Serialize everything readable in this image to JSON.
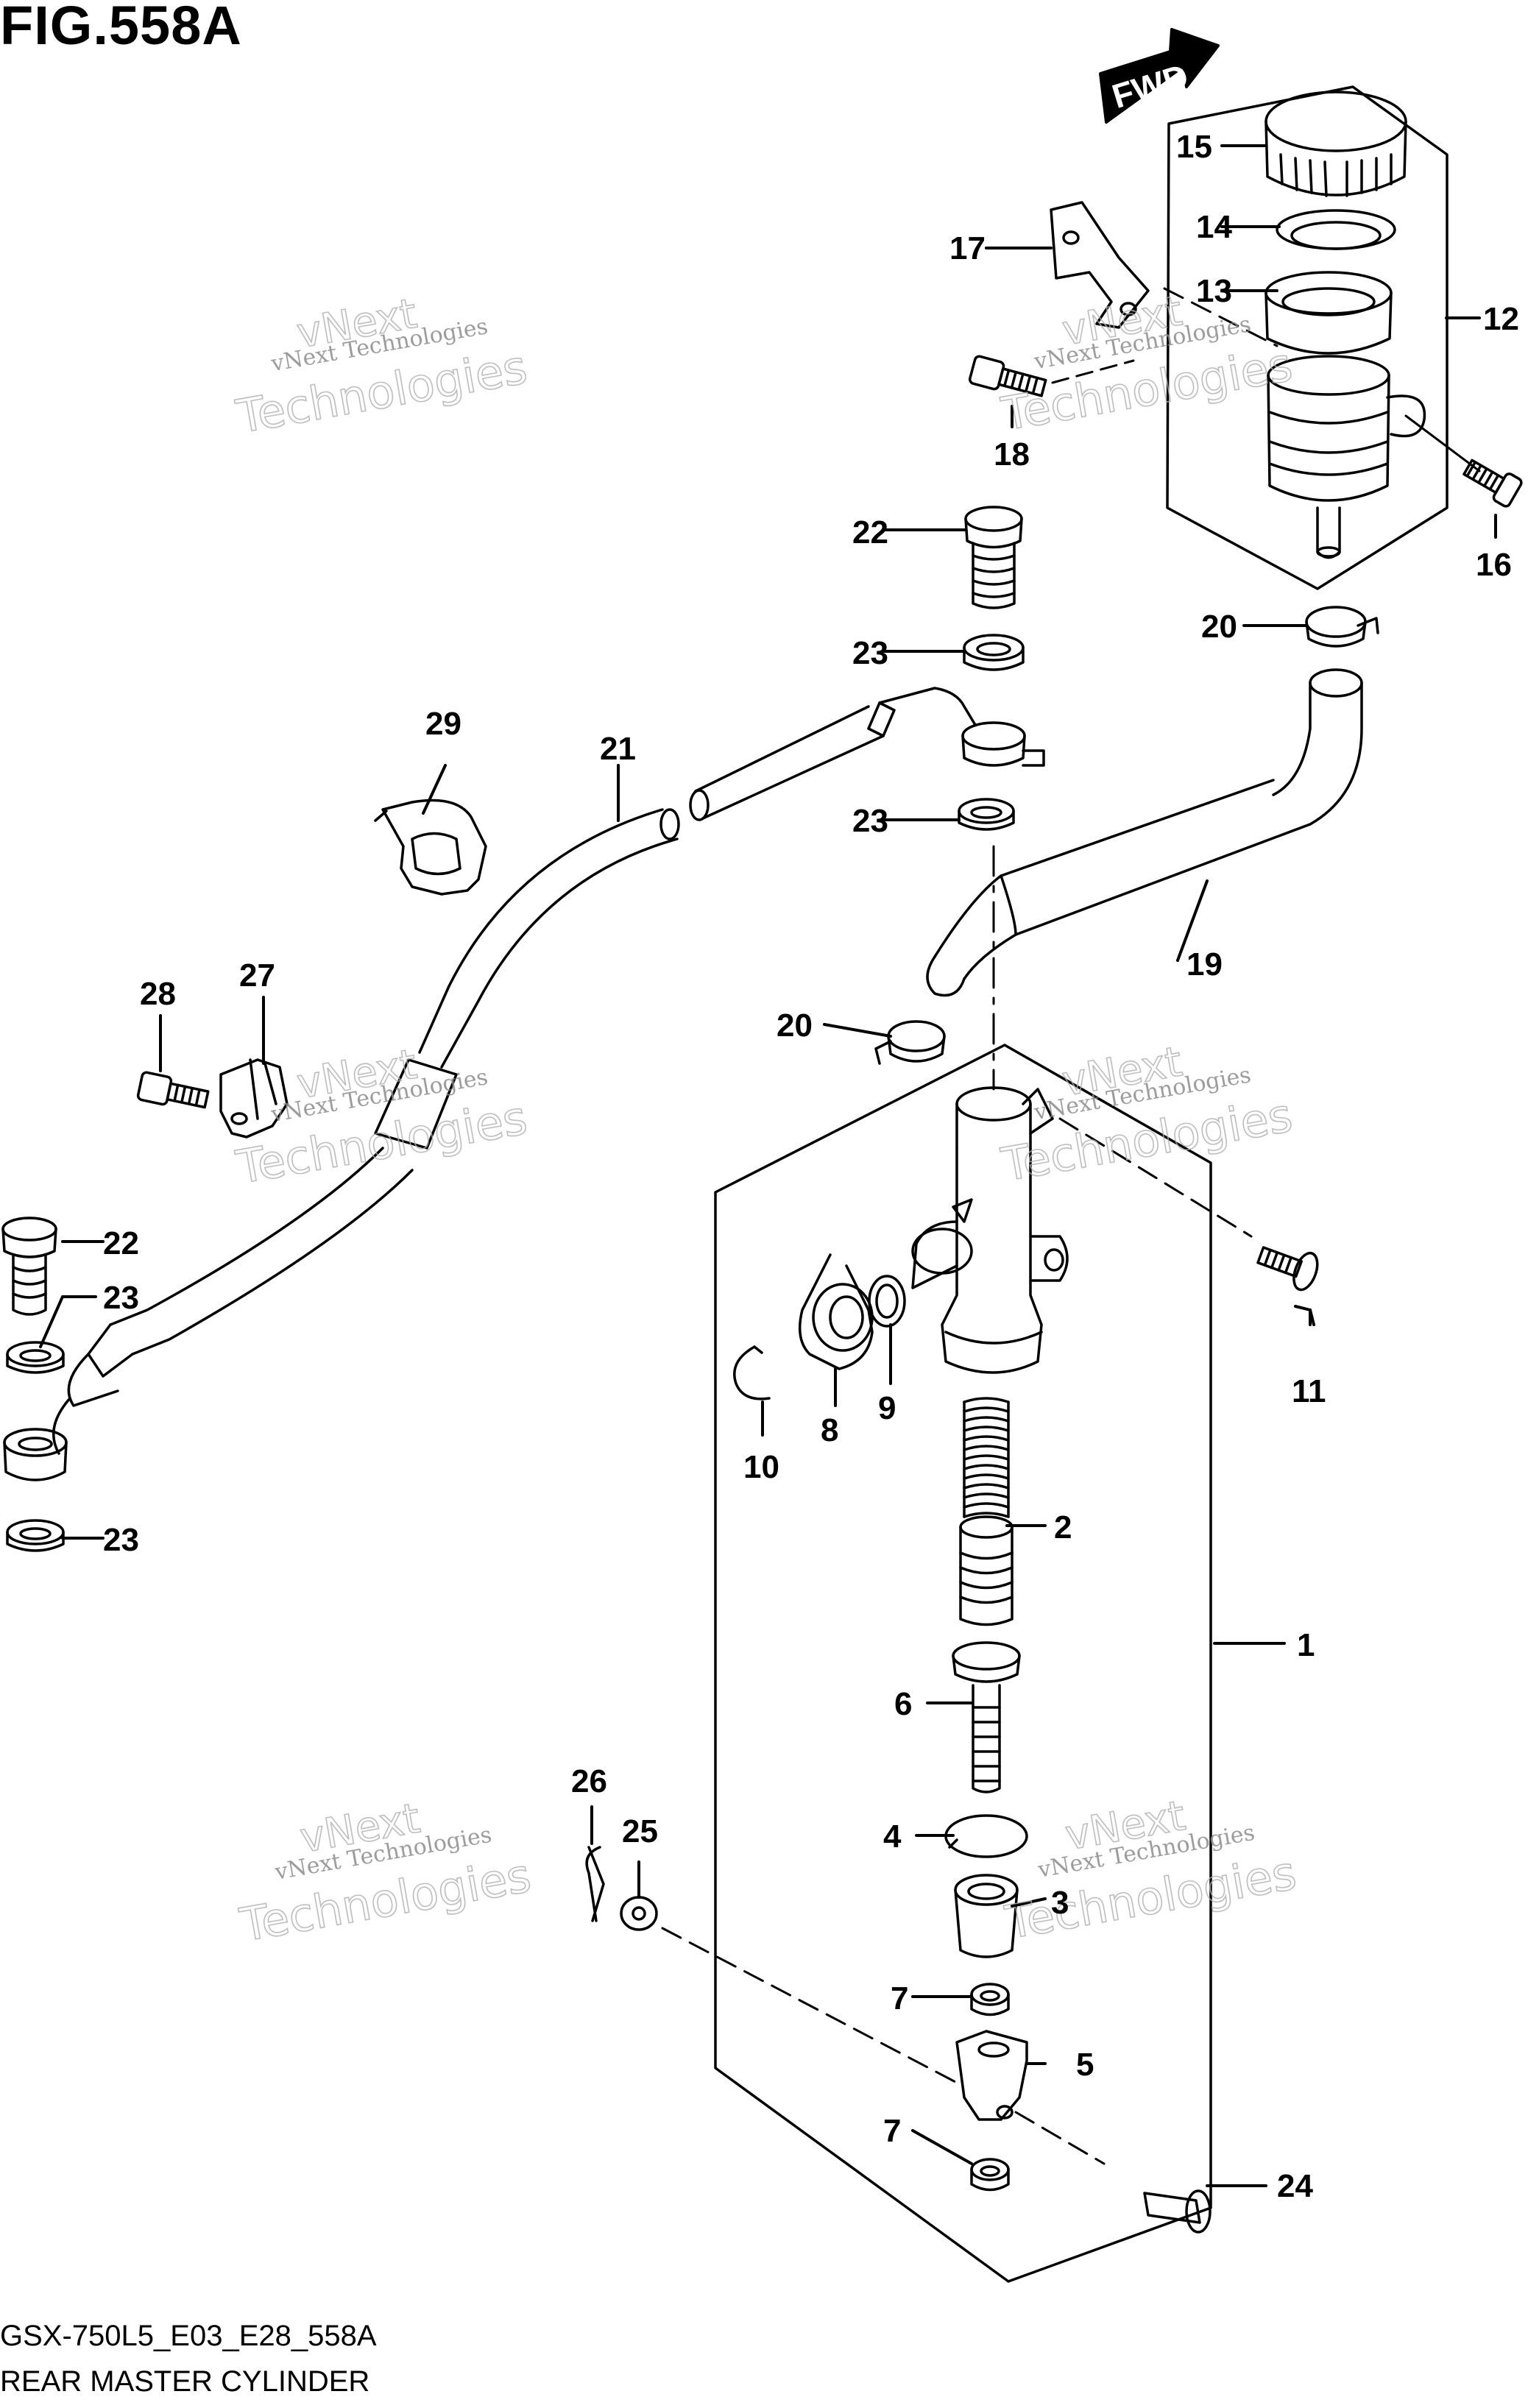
{
  "figure": {
    "title": "FIG.558A",
    "model_code": "GSX-750L5_E03_E28_558A",
    "caption": "REAR MASTER CYLINDER",
    "fwd_label": "FWD"
  },
  "watermark": {
    "line1": "vNext Technologies",
    "line2": "vNext",
    "line3": "Technologies"
  },
  "callouts": [
    {
      "id": "1",
      "text": "1"
    },
    {
      "id": "2",
      "text": "2"
    },
    {
      "id": "3",
      "text": "3"
    },
    {
      "id": "4",
      "text": "4"
    },
    {
      "id": "5",
      "text": "5"
    },
    {
      "id": "6",
      "text": "6"
    },
    {
      "id": "7a",
      "text": "7"
    },
    {
      "id": "7b",
      "text": "7"
    },
    {
      "id": "8",
      "text": "8"
    },
    {
      "id": "9",
      "text": "9"
    },
    {
      "id": "10",
      "text": "10"
    },
    {
      "id": "11",
      "text": "11"
    },
    {
      "id": "12",
      "text": "12"
    },
    {
      "id": "13",
      "text": "13"
    },
    {
      "id": "14",
      "text": "14"
    },
    {
      "id": "15",
      "text": "15"
    },
    {
      "id": "16",
      "text": "16"
    },
    {
      "id": "17",
      "text": "17"
    },
    {
      "id": "18",
      "text": "18"
    },
    {
      "id": "19",
      "text": "19"
    },
    {
      "id": "20a",
      "text": "20"
    },
    {
      "id": "20b",
      "text": "20"
    },
    {
      "id": "21",
      "text": "21"
    },
    {
      "id": "22a",
      "text": "22"
    },
    {
      "id": "22b",
      "text": "22"
    },
    {
      "id": "23a",
      "text": "23"
    },
    {
      "id": "23b",
      "text": "23"
    },
    {
      "id": "23c",
      "text": "23"
    },
    {
      "id": "23d",
      "text": "23"
    },
    {
      "id": "24",
      "text": "24"
    },
    {
      "id": "25",
      "text": "25"
    },
    {
      "id": "26",
      "text": "26"
    },
    {
      "id": "27",
      "text": "27"
    },
    {
      "id": "28",
      "text": "28"
    },
    {
      "id": "29",
      "text": "29"
    }
  ],
  "colors": {
    "ink": "#000000",
    "paper": "#ffffff",
    "watermark": "#8a8a8a"
  }
}
